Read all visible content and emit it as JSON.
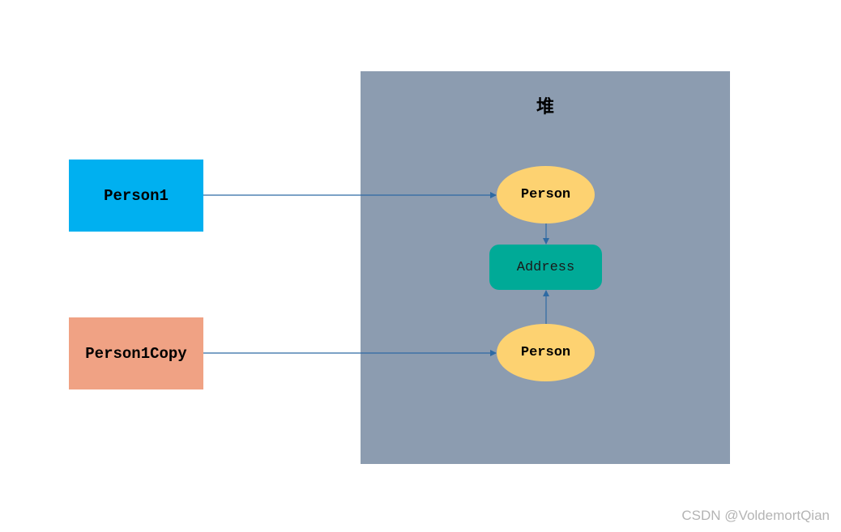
{
  "heap": {
    "title": "堆",
    "color": "#8c9cb0"
  },
  "references": [
    {
      "label": "Person1",
      "color": "#00b0f0"
    },
    {
      "label": "Person1Copy",
      "color": "#f0a284"
    }
  ],
  "objects": {
    "person_a": {
      "label": "Person",
      "color": "#fdd271"
    },
    "person_b": {
      "label": "Person",
      "color": "#fdd271"
    },
    "address": {
      "label": "Address",
      "color": "#00aa97"
    }
  },
  "arrow_color": "#2e6aa3",
  "watermark": "CSDN @VoldemortQian"
}
